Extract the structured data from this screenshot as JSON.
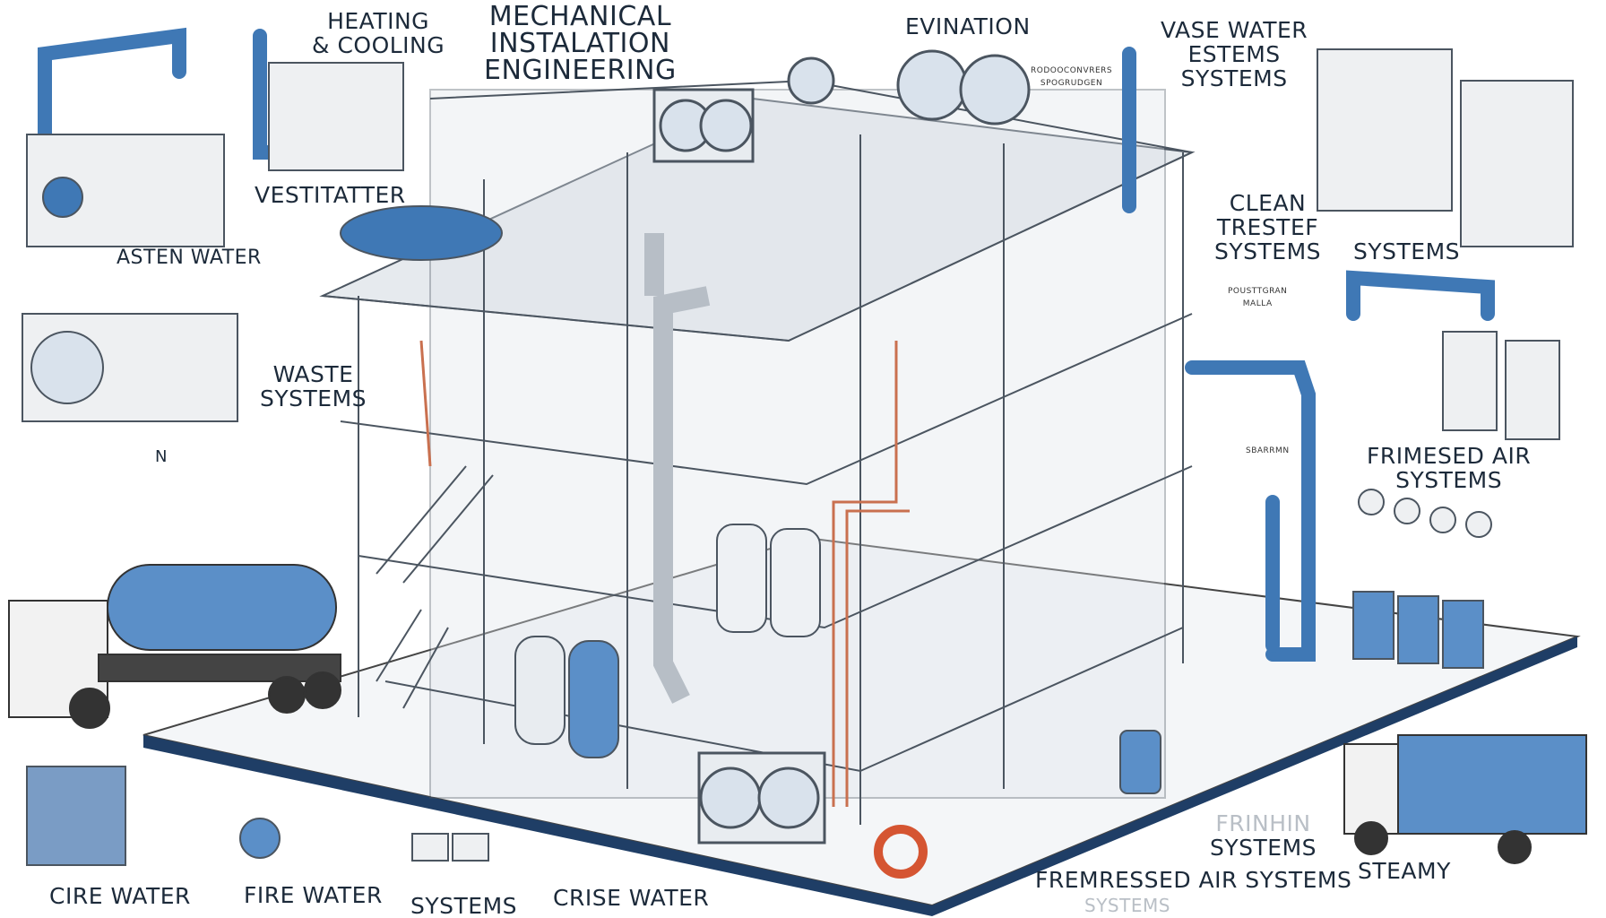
{
  "title": [
    "MECHANICAL",
    "INSTALATION",
    "ENGINEERING"
  ],
  "labels": {
    "heating_cooling": [
      "HEATING",
      "& COOLING"
    ],
    "evination": "EVINATION",
    "small_notes": [
      "RODOOCONVRERS",
      "SPOGRUDGEN"
    ],
    "vase_water": [
      "VASE WATER",
      "ESTEMS",
      "SYSTEMS"
    ],
    "vestitatter": "VESTITATTER",
    "asten_water": "ASTEN WATER",
    "clean": [
      "CLEAN",
      "TRESTEF",
      "SYSTEMS"
    ],
    "systems_right": "SYSTEMS",
    "waste": [
      "WASTE",
      "SYSTEMS"
    ],
    "n": "N",
    "poust": [
      "POUSTTGRAN",
      "MALLA"
    ],
    "sbarr": "SBARRMN",
    "frimesed": [
      "FRIMESED AIR",
      "SYSTEMS"
    ],
    "cire_water": "CIRE   WATER",
    "fire_water": "FIRE WATER",
    "systems_bottom": "SYSTEMS",
    "crise_water": "CRISE WATER",
    "frinhin": [
      "FRINHIN",
      "SYSTEMS"
    ],
    "fremressed": "FREMRESSED AIR SYSTEMS",
    "faint_systems": "SYSTEMS",
    "steamy": "STEAMY"
  },
  "colors": {
    "pipe_blue": "#3f78b5",
    "steel": "#c9ced4",
    "copper": "#c9704f",
    "ink": "#1c2a3a",
    "platform_edge": "#1f3e66"
  }
}
